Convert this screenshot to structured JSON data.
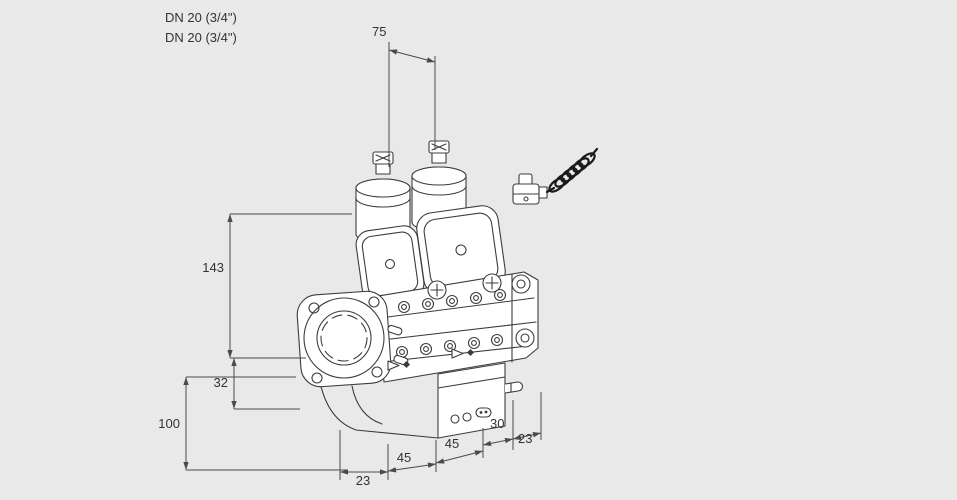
{
  "page": {
    "type": "technical-dimension-drawing",
    "subject": "double-solenoid-gas-valve"
  },
  "labels": {
    "dn_line1": "DN 20 (3/4\")",
    "dn_line2": "DN 20 (3/4\")"
  },
  "dimensions": {
    "top_width": "75",
    "body_height": "143",
    "flange_offset": "32",
    "lower_height": "100",
    "depth_30": "30",
    "depth_23": "23",
    "bottom_45_left": "45",
    "bottom_45_right": "45",
    "bottom_23": "23"
  },
  "colors": {
    "background": "#e9e9e9",
    "line": "#3c3c3c",
    "dimension_line": "#4a4a4a",
    "text": "#333333",
    "fill": "#ffffff",
    "cable": "#1a1a1a"
  }
}
